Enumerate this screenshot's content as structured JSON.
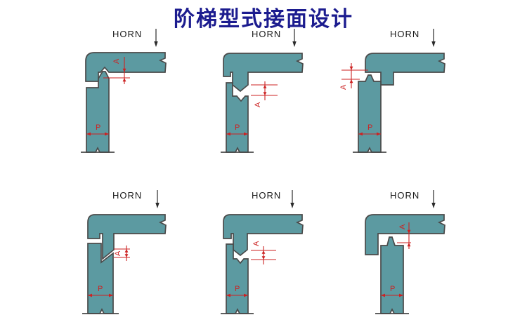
{
  "title": "阶梯型式接面设计",
  "title_color": "#1c1c8f",
  "colors": {
    "part_fill": "#5c9aa1",
    "part_outline": "#4a4a4a",
    "dimension_red": "#cc2222",
    "label_black": "#1a1a1a"
  },
  "diagrams": [
    {
      "horn_label": "HORN",
      "a_label": "A",
      "p_label": "P"
    },
    {
      "horn_label": "HORN",
      "a_label": "A",
      "p_label": "P"
    },
    {
      "horn_label": "HORN",
      "a_label": "A",
      "p_label": "P"
    },
    {
      "horn_label": "HORN",
      "a_label": "A",
      "p_label": "P"
    },
    {
      "horn_label": "HORN",
      "a_label": "A",
      "p_label": "P"
    },
    {
      "horn_label": "HORN",
      "a_label": "A",
      "p_label": "P"
    }
  ]
}
